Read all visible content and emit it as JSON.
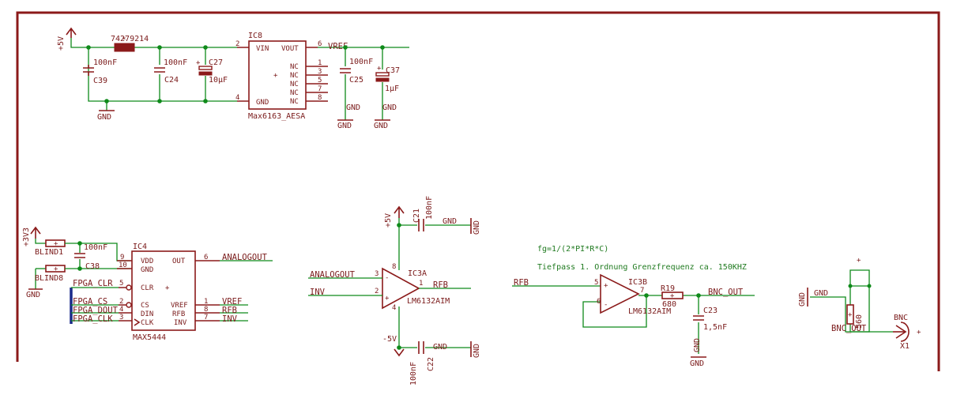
{
  "schematic": {
    "power": {
      "vcc5": "+5V",
      "v3v3": "+3V3",
      "vneg5": "-5V",
      "gnd": "GND",
      "gnd_rot": "GND"
    },
    "ic8": {
      "name": "IC8",
      "value": "Max6163_AESA",
      "pin_vin": "VIN",
      "pin_vout": "VOUT",
      "pin_gnd": "GND",
      "pin_nc": "NC",
      "pinnum_2": "2",
      "pinnum_6": "6",
      "pinnum_4": "4",
      "pinnum_1": "1",
      "pinnum_3": "3",
      "pinnum_5": "5",
      "pinnum_7": "7",
      "pinnum_8": "8"
    },
    "inductor": {
      "value": "74279214"
    },
    "c39": {
      "name": "C39",
      "value": "100nF"
    },
    "c24": {
      "name": "C24",
      "value": "100nF"
    },
    "c27": {
      "name": "C27",
      "value": "10µF"
    },
    "c25": {
      "name": "C25",
      "value": "100nF"
    },
    "c37": {
      "name": "C37",
      "value": "1µF"
    },
    "vref_net": "VREF",
    "blind1": "BLIND1",
    "blind8": "BLIND8",
    "c38": {
      "name": "C38",
      "value": "100nF"
    },
    "ic4": {
      "name": "IC4",
      "value": "MAX5444",
      "pin_vdd": "VDD",
      "pin_gnd": "GND",
      "pin_out": "OUT",
      "pin_clr": "CLR",
      "pin_cs": "CS",
      "pin_din": "DIN",
      "pin_clk": "CLK",
      "pin_vref": "VREF",
      "pin_rfb": "RFB",
      "pin_inv": "INV",
      "pn_9": "9",
      "pn_10": "10",
      "pn_6": "6",
      "pn_5": "5",
      "pn_2": "2",
      "pn_4": "4",
      "pn_3": "3",
      "pn_1": "1",
      "pn_8": "8",
      "pn_7": "7"
    },
    "nets": {
      "fpga_clr": "FPGA_CLR",
      "fpga_cs": "FPGA_CS",
      "fpga_dout": "FPGA_DOUT",
      "fpga_clk": "FPGA_CLK",
      "analogout": "ANALOGOUT",
      "vref": "VREF",
      "rfb": "RFB",
      "inv": "INV",
      "bnc_out": "BNC_OUT"
    },
    "ic3a": {
      "name": "IC3A",
      "value": "LM6132AIM",
      "pn_8": "8",
      "pn_3": "3",
      "pn_2": "2",
      "pn_1": "1",
      "pn_4": "4"
    },
    "c21": {
      "name": "C21",
      "value": "100nF"
    },
    "c22": {
      "name": "C22",
      "value": "100nF"
    },
    "ic3b": {
      "name": "IC3B",
      "value": "LM6132AIM",
      "pn_5": "5",
      "pn_6": "6",
      "pn_7": "7"
    },
    "formula": "fg=1/(2*PI*R*C)",
    "filter_note": "Tiefpass 1. Ordnung Grenzfrequenz ca. 150KHZ",
    "r19": {
      "name": "R19",
      "value": "680"
    },
    "c23": {
      "name": "C23",
      "value": "1,5nF"
    },
    "r_out": {
      "value": "560"
    },
    "x1": {
      "name": "X1",
      "value": "BNC"
    },
    "plus": "+"
  }
}
